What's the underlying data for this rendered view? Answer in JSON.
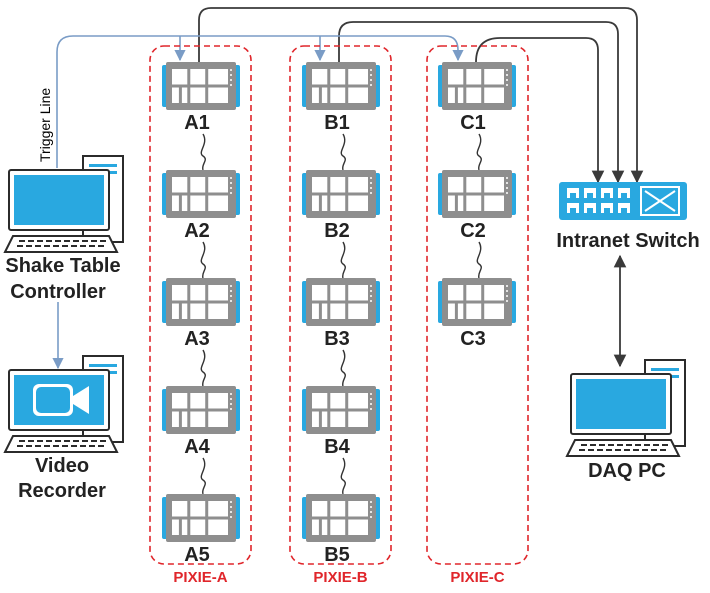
{
  "colors": {
    "group_border": "#e0262b",
    "group_label": "#e0262b",
    "trigger_line": "#7a9cc6",
    "network_line": "#3a3a3a",
    "device_gray": "#8e8e8e",
    "device_blue": "#29a8e0",
    "computer_blue": "#29a8e0",
    "computer_dark": "#2b2b2b"
  },
  "labels": {
    "trigger_line": "Trigger Line",
    "shake_table": [
      "Shake Table",
      "Controller"
    ],
    "video_recorder": [
      "Video",
      "Recorder"
    ],
    "intranet_switch": "Intranet Switch",
    "daq_pc": "DAQ PC"
  },
  "groups": [
    {
      "name": "PIXIE-A",
      "nodes": [
        "A1",
        "A2",
        "A3",
        "A4",
        "A5"
      ]
    },
    {
      "name": "PIXIE-B",
      "nodes": [
        "B1",
        "B2",
        "B3",
        "B4",
        "B5"
      ]
    },
    {
      "name": "PIXIE-C",
      "nodes": [
        "C1",
        "C2",
        "C3"
      ]
    }
  ],
  "icons": {
    "daq_device": "daq-device-icon",
    "computer": "computer-icon",
    "video_camera": "video-camera-icon",
    "network_switch": "network-switch-icon"
  }
}
